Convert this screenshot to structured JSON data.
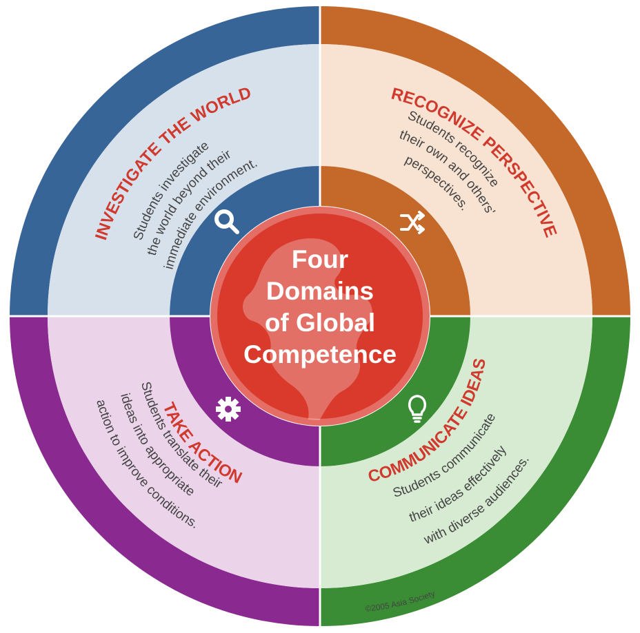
{
  "center": {
    "lines": [
      "Four",
      "Domains",
      "of Global",
      "Competence"
    ]
  },
  "domains": {
    "investigate": {
      "title": "INVESTIGATE THE WORLD",
      "desc": [
        "Students investigate",
        "the world beyond their",
        "immediate environment."
      ],
      "icon": "magnifier-icon"
    },
    "recognize": {
      "title": "RECOGNIZE PERSPECTIVES",
      "desc": [
        "Students recognize",
        "their own and others'",
        "perspectives."
      ],
      "icon": "shuffle-arrows-icon"
    },
    "act": {
      "title": "TAKE ACTION",
      "desc": [
        "Students translate their",
        "ideas into appropriate",
        "action to improve conditions."
      ],
      "icon": "gear-icon"
    },
    "communicate": {
      "title": "COMMUNICATE IDEAS",
      "desc": [
        "Students communicate",
        "their ideas effectively",
        "with diverse audiences."
      ],
      "icon": "lightbulb-icon"
    }
  },
  "copyright": "©2005 Asia Society",
  "colors": {
    "blue": "#386598",
    "blue_light": "#d7e1ec",
    "orange": "#c4692a",
    "orange_light": "#f8e3d2",
    "purple": "#8a2a90",
    "purple_light": "#ebd3ea",
    "green": "#3b8d35",
    "green_light": "#d6ebd2",
    "center_red": "#d93a2c",
    "center_ring": "#e46e66",
    "title_red": "#d03a2e",
    "body_gray": "#444444",
    "white": "#ffffff"
  }
}
